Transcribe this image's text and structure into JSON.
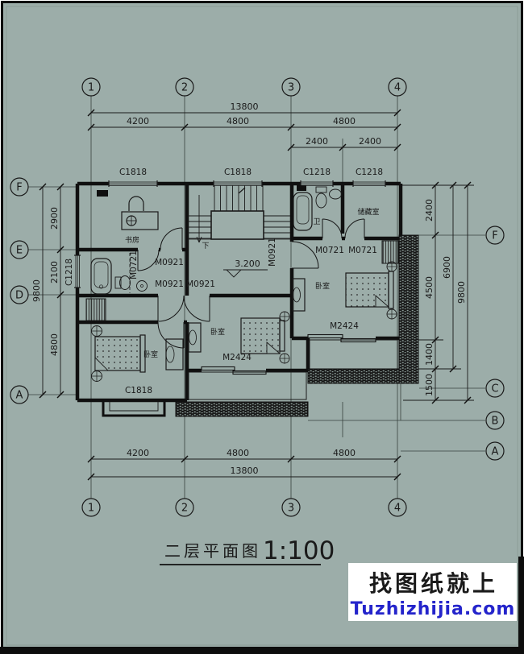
{
  "page": {
    "background": "#9cada9",
    "frame": "#0d0d0d",
    "line": "#1a1a1a",
    "watermark_blue": "#2424cb"
  },
  "axes": {
    "top": [
      "1",
      "2",
      "3",
      "4"
    ],
    "bottom": [
      "1",
      "2",
      "3",
      "4"
    ],
    "left": [
      "F",
      "E",
      "D",
      "A"
    ],
    "right": [
      "F",
      "C",
      "B",
      "A"
    ]
  },
  "dims": {
    "top_total": "13800",
    "top_seg": [
      "4200",
      "4800",
      "4800"
    ],
    "top_sub": [
      "2400",
      "2400"
    ],
    "bottom_total": "13800",
    "bottom_seg": [
      "4200",
      "4800",
      "4800"
    ],
    "left_total": "9800",
    "left_seg": [
      "2900",
      "2100",
      "4800"
    ],
    "right_total": "9800",
    "right_mid": "6900",
    "right_seg": [
      "2400",
      "4500",
      "1400",
      "1500"
    ]
  },
  "tags": {
    "c1818_top1": "C1818",
    "c1818_top2": "C1818",
    "c1218_top1": "C1218",
    "c1218_top2": "C1218",
    "c1218_left": "C1218",
    "c1818_bottom": "C1818",
    "m0921_a": "M0921",
    "m0921_b": "M0921",
    "m0921_c": "M0921",
    "m0921_d": "M0921",
    "m0721_left": "M0721",
    "m0721_a": "M0721",
    "m0721_b": "M0721",
    "m2424_right": "M2424",
    "m2424_bottom": "M2424"
  },
  "rooms": {
    "study": "书房",
    "bath": "卫",
    "storage": "储藏室",
    "bedroom_right": "卧室",
    "bedroom_mid": "卧室",
    "bedroom_left": "卧室"
  },
  "notes": {
    "elevation": "3.200",
    "stair_down": "下"
  },
  "title": {
    "name": "二层平面图",
    "scale": "1:100"
  },
  "watermark": {
    "line1": "找图纸就上",
    "line2": "Tuzhizhijia.com"
  }
}
